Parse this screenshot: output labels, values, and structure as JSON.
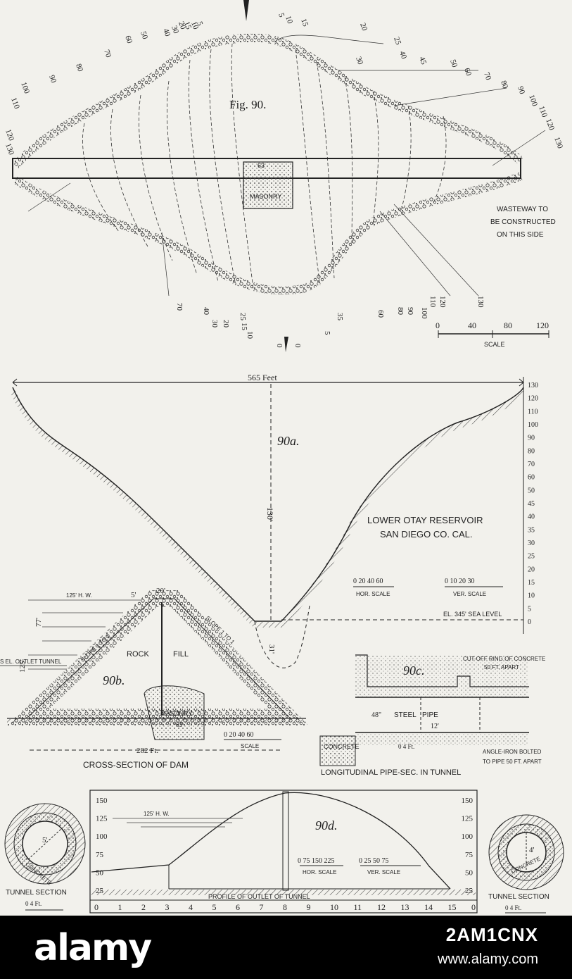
{
  "fig90": {
    "title": "Fig. 90.",
    "masonry_label": "MASONRY",
    "dim_63": "63",
    "contours_top": [
      "5",
      "10",
      "15",
      "20",
      "25",
      "30",
      "40",
      "45",
      "50",
      "60",
      "70",
      "80",
      "90",
      "100",
      "110",
      "120",
      "130"
    ],
    "contours_topleft": [
      "5",
      "10",
      "15",
      "20",
      "30",
      "40",
      "50",
      "60",
      "70",
      "80",
      "90",
      "100",
      "110",
      "120",
      "130"
    ],
    "contours_bottom": [
      "0",
      "0",
      "5",
      "10",
      "15",
      "20",
      "25",
      "30",
      "35",
      "40",
      "60",
      "70",
      "80",
      "90",
      "100",
      "110",
      "120",
      "130"
    ],
    "wasteway_lines": [
      "WASTEWAY TO",
      "BE CONSTRUCTED",
      "ON THIS SIDE"
    ],
    "scale_ticks": [
      "0",
      "40",
      "80",
      "120"
    ],
    "scale_label": "SCALE"
  },
  "fig90a": {
    "label": "90a.",
    "width_label": "565 Feet",
    "height_label": "130'",
    "below_label": "31'",
    "title_line1": "LOWER OTAY RESERVOIR",
    "title_line2": "SAN DIEGO CO. CAL.",
    "hor_scale_ticks": "0  20  40  60",
    "hor_scale_label": "HOR. SCALE",
    "ver_scale_ticks": "0  10  20  30",
    "ver_scale_label": "VER. SCALE",
    "sea_level": "EL. 345' SEA LEVEL",
    "right_axis": [
      "130",
      "120",
      "110",
      "100",
      "90",
      "80",
      "70",
      "60",
      "50",
      "45",
      "40",
      "35",
      "30",
      "25",
      "20",
      "15",
      "10",
      "5",
      "0"
    ]
  },
  "fig90b": {
    "label": "90b.",
    "hw_label": "125' H. W.",
    "top_width": "20'",
    "top_offset": "5'",
    "height_125": "125'",
    "height_77": "77'",
    "slope_left": "SLOPE 1 TO 1",
    "slope_right": "SLOPE 1 TO 1",
    "outlet_label": "S EL. OUTLET TUNNEL",
    "rock": "ROCK",
    "fill": "FILL",
    "masonry": "MASONRY",
    "masonry_dim": "63'",
    "base_width": "282 Ft.",
    "scale_ticks": "0   20   40   60",
    "scale_label": "SCALE",
    "caption": "CROSS-SECTION OF DAM"
  },
  "fig90c": {
    "label": "90c.",
    "cutoff_lines": [
      "CUT-OFF RING OF CONCRETE",
      "50 FT. APART"
    ],
    "pipe_diam": "48\"",
    "steel": "STEEL",
    "pipe": "PIPE",
    "pipe_len": "12'",
    "concrete": "CONCRETE",
    "scale_text": "0        4 Ft.",
    "angle_lines": [
      "ANGLE-IRON BOLTED",
      "TO PIPE 50 FT. APART"
    ],
    "caption": "LONGITUDINAL PIPE-SEC. IN TUNNEL"
  },
  "fig90d": {
    "label": "90d.",
    "hw_label": "125' H. W.",
    "left_axis": [
      "150",
      "125",
      "100",
      "75",
      "50",
      "25"
    ],
    "right_axis": [
      "150",
      "125",
      "100",
      "75",
      "50",
      "25"
    ],
    "bottom_axis": [
      "0",
      "1",
      "2",
      "3",
      "4",
      "5",
      "6",
      "7",
      "8",
      "9",
      "10",
      "11",
      "12",
      "13",
      "14",
      "15",
      "0"
    ],
    "hor_scale_ticks": "0  75  150 225",
    "hor_scale_label": "HOR. SCALE",
    "ver_scale_ticks": "0   25   50   75",
    "ver_scale_label": "VER. SCALE",
    "caption": "PROFILE OF OUTLET OF TUNNEL"
  },
  "tunnel_left": {
    "dim": "5'",
    "concrete": "CONCRETE",
    "caption": "TUNNEL SECTION",
    "scale": "0      4 Ft."
  },
  "tunnel_right": {
    "dim": "4'",
    "concrete": "CONCRETE",
    "caption": "TUNNEL SECTION",
    "scale": "0      4 Ft."
  },
  "footer": {
    "logo": "alamy",
    "image_id": "2AM1CNX",
    "url": "www.alamy.com"
  },
  "colors": {
    "paper": "#f2f1ec",
    "ink": "#222222",
    "footer": "#000000"
  }
}
